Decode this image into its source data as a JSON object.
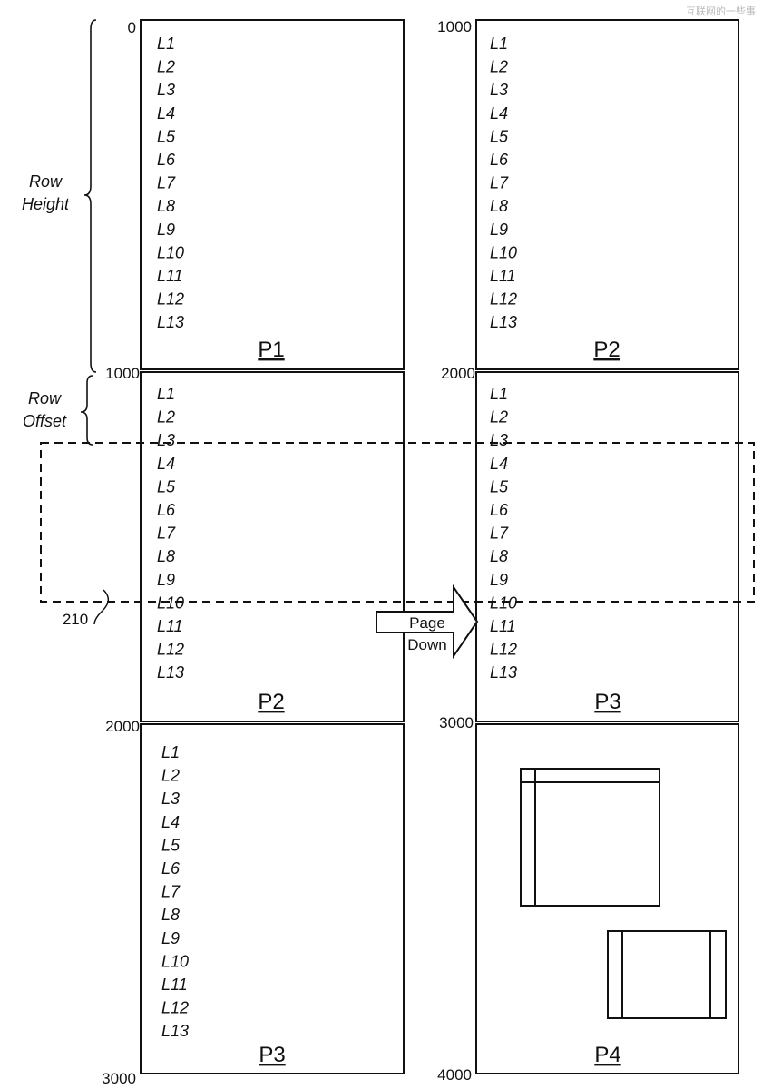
{
  "watermark": "互联网的一些事",
  "line_labels": [
    "L1",
    "L2",
    "L3",
    "L4",
    "L5",
    "L6",
    "L7",
    "L8",
    "L9",
    "L10",
    "L11",
    "L12",
    "L13"
  ],
  "pages": [
    {
      "id": "left-1",
      "label": "P1",
      "top_value": "0",
      "bottom_value": "1000"
    },
    {
      "id": "left-2",
      "label": "P2",
      "top_value": "",
      "bottom_value": "2000"
    },
    {
      "id": "left-3",
      "label": "P3",
      "top_value": "",
      "bottom_value": "3000"
    },
    {
      "id": "right-1",
      "label": "P2",
      "top_value": "1000",
      "bottom_value": "2000"
    },
    {
      "id": "right-2",
      "label": "P3",
      "top_value": "",
      "bottom_value": "3000"
    },
    {
      "id": "right-3",
      "label": "P4",
      "top_value": "",
      "bottom_value": "4000"
    }
  ],
  "annotations": {
    "row_height": [
      "Row",
      "Height"
    ],
    "row_offset": [
      "Row",
      "Offset"
    ],
    "reference_numeral": "210",
    "page_down": [
      "Page",
      "Down"
    ]
  }
}
